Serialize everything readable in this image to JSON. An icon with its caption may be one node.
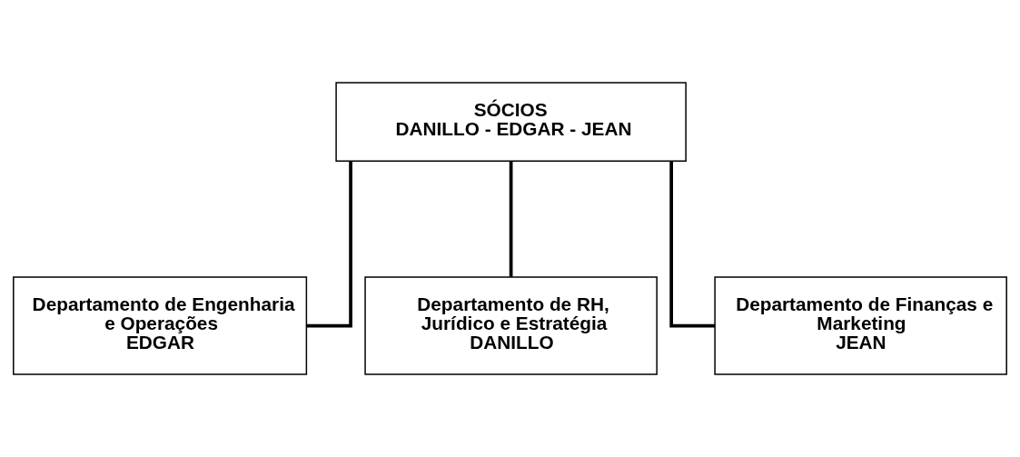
{
  "diagram": {
    "nodes": [
      {
        "text": [
          "SÓCIOS",
          "DANILLO - EDGAR - JEAN"
        ]
      },
      {
        "text": [
          "Departamento de Engenharia e Operações",
          "EDGAR"
        ]
      },
      {
        "text": [
          "Departamento de RH, Jurídico e Estratégia",
          "DANILLO"
        ]
      },
      {
        "text": [
          "Departamento de Finanças e Marketing",
          "JEAN"
        ]
      }
    ],
    "edges": [
      {
        "from": 0,
        "to": 1,
        "arrow": "none"
      },
      {
        "from": 0,
        "to": 2,
        "arrow": "none"
      },
      {
        "from": 0,
        "to": 3,
        "arrow": "none"
      }
    ]
  }
}
